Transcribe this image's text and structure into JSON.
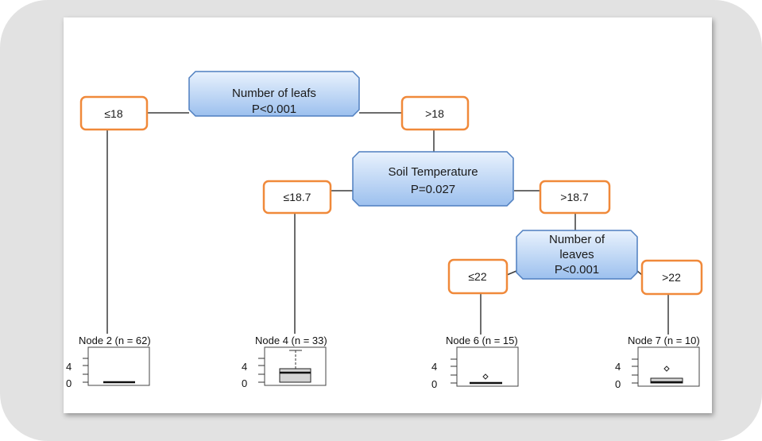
{
  "splits": [
    {
      "id": "root",
      "variable": "Number of leafs",
      "p": "P<0.001"
    },
    {
      "id": "soil",
      "variable": "Soil Temperature",
      "p": "P=0.027"
    },
    {
      "id": "leaves",
      "variable_lines": [
        "Number of",
        "leaves"
      ],
      "p": "P<0.001"
    }
  ],
  "edges": {
    "root_left": "≤18",
    "root_right": ">18",
    "soil_left": "≤18.7",
    "soil_right": ">18.7",
    "leaves_left": "≤22",
    "leaves_right": ">22"
  },
  "terminal_nodes": [
    {
      "label": "Node 2 (n = 62)",
      "ticks": [
        "4",
        "0"
      ]
    },
    {
      "label": "Node 4 (n = 33)",
      "ticks": [
        "4",
        "0"
      ]
    },
    {
      "label": "Node 6 (n = 15)",
      "ticks": [
        "4",
        "0"
      ]
    },
    {
      "label": "Node 7 (n = 10)",
      "ticks": [
        "4",
        "0"
      ]
    }
  ],
  "colors": {
    "split_fill_top": "#e9f2fd",
    "split_fill_bottom": "#9cc0ee",
    "split_stroke": "#4f7fc0",
    "edge_label_stroke": "#f0893a",
    "line": "#3c3c3c",
    "box_fill": "#d4d4d4"
  }
}
